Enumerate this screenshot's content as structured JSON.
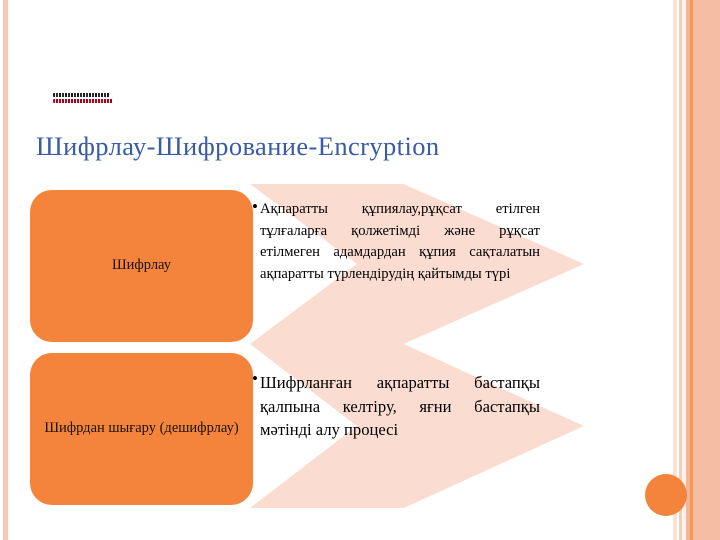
{
  "slide": {
    "title": "Шифрлау-Шифрование-Encryption",
    "logo": {
      "line1": "logo-text-line-dark",
      "line2": "logo-text-line-red"
    }
  },
  "process": {
    "steps": [
      {
        "box_label": "Шифрлау",
        "bullet": "•",
        "description": "Ақпаратты құпиялау,рұқсат етілген тұлғаларға қолжетімді және рұқсат етілмеген адамдардан құпия сақталатын ақпаратты түрлендірудің қайтымды түрі"
      },
      {
        "box_label": "Шифрдан шығару (дешифрлау)",
        "bullet": "•",
        "description": "Шифрланған ақпаратты бастапқы қалпына келтіру, яғни бастапқы мәтінді алу процесі"
      }
    ]
  },
  "theme": {
    "accent_orange": "#f4843c",
    "chevron_pink": "#fbdcd0",
    "title_blue": "#3a5ba8",
    "edge_bar_pink": "#f4bda4",
    "background": "#ffffff"
  }
}
